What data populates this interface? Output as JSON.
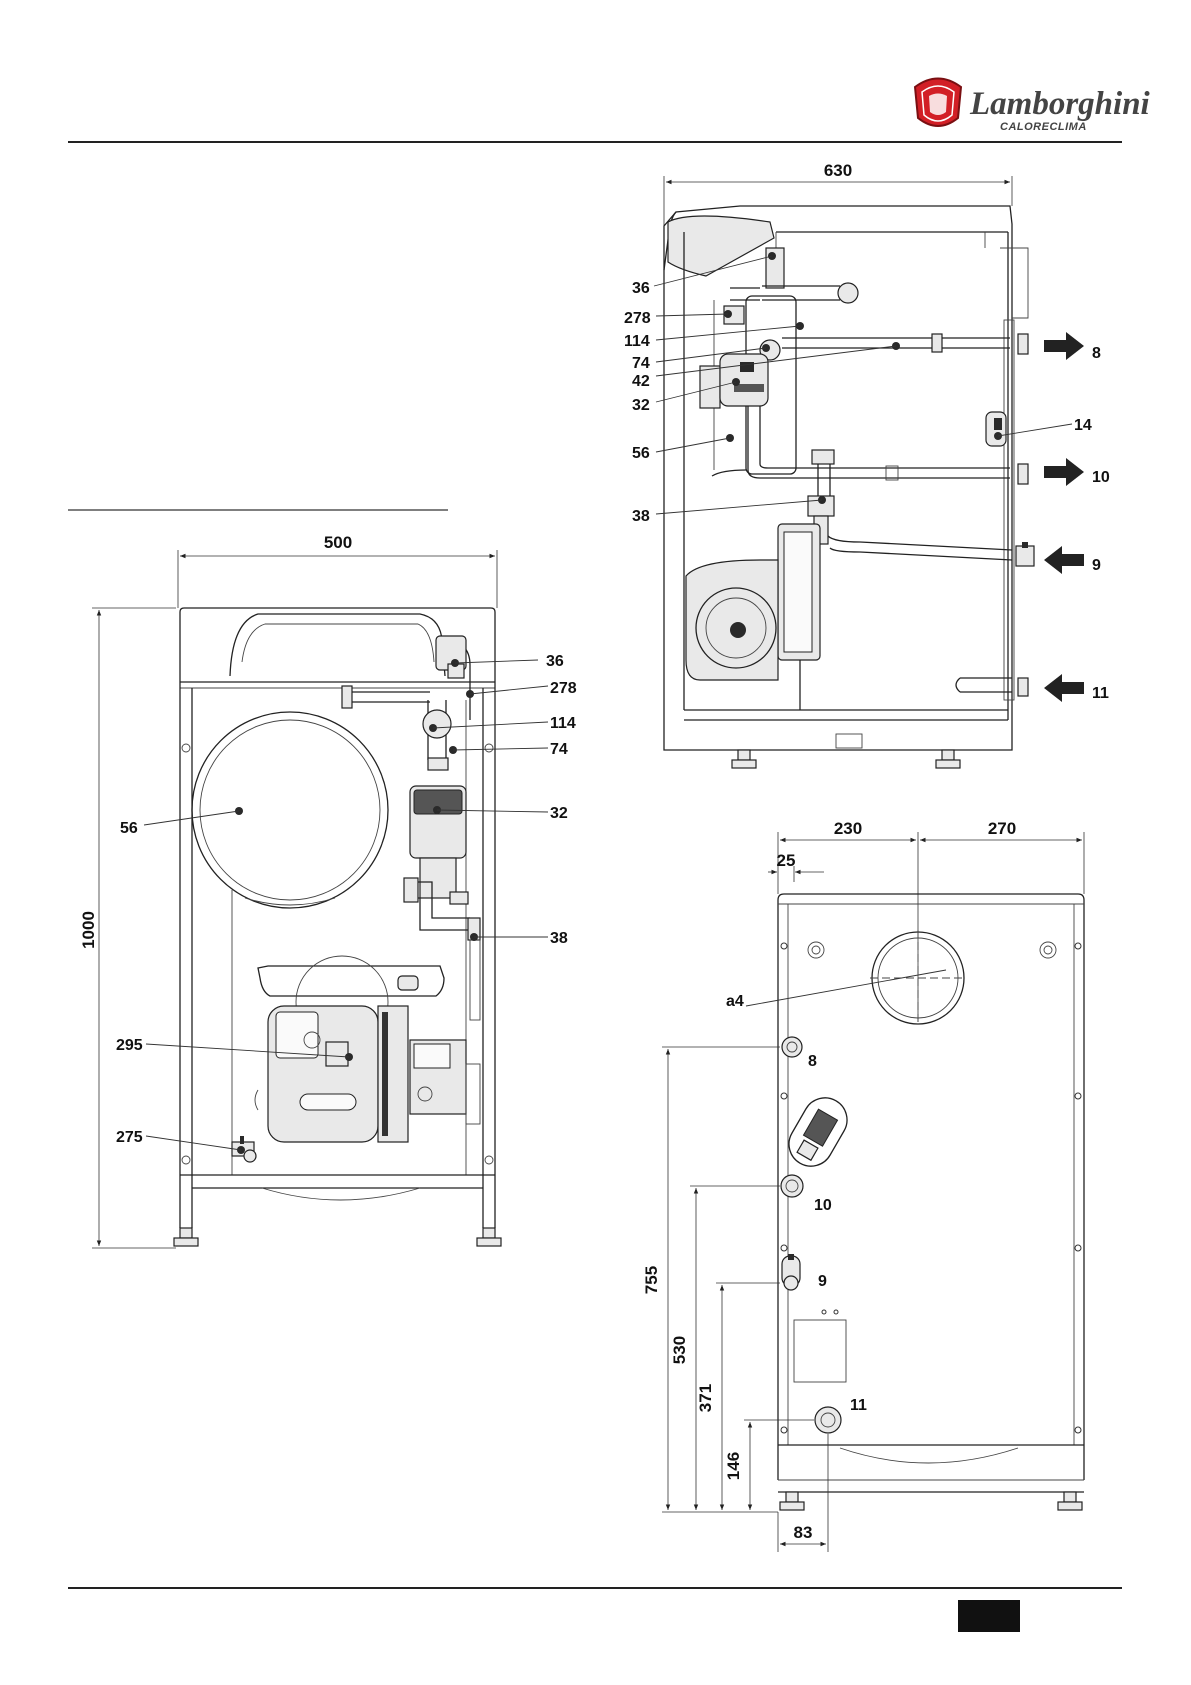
{
  "brand": {
    "name": "Lamborghini",
    "sub": "CALORECLIMA"
  },
  "colors": {
    "line": "#222222",
    "shield": "#d21f26",
    "page_tab": "#111111"
  },
  "front_view": {
    "dim_width": "500",
    "dim_height": "1000",
    "labels": [
      "36",
      "278",
      "114",
      "74",
      "32",
      "38",
      "56",
      "295",
      "275"
    ]
  },
  "side_view": {
    "dim_depth": "630",
    "labels_left": [
      "36",
      "278",
      "114",
      "74",
      "42",
      "32",
      "56",
      "38"
    ],
    "labels_right": [
      "8",
      "14",
      "10",
      "9",
      "11"
    ]
  },
  "rear_view": {
    "dim_top_left": "230",
    "dim_top_right": "270",
    "dim_offset": "25",
    "label_flue": "a4",
    "connections": [
      "8",
      "10",
      "9",
      "11"
    ],
    "dim_heights": [
      "755",
      "530",
      "371",
      "146"
    ],
    "dim_bottom": "83"
  },
  "icons": [
    "bull-shield-logo-icon",
    "flow-out-arrow-icon",
    "flow-in-arrow-icon"
  ]
}
